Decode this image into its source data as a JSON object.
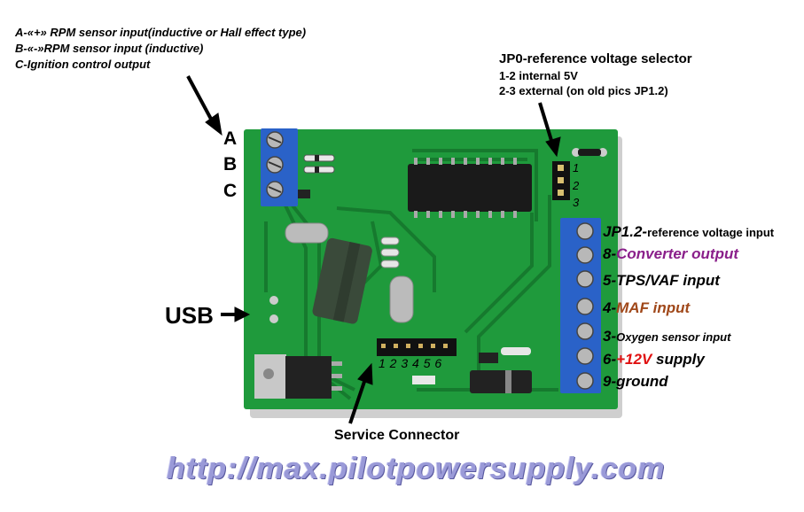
{
  "legend": {
    "line_a": "A-«+» RPM sensor input(inductive or Hall effect type)",
    "line_b": "B-«-»RPM sensor input (inductive)",
    "line_c": "C-Ignition control output"
  },
  "terminal_letters": [
    "A",
    "B",
    "C"
  ],
  "jp0": {
    "title": "JP0-reference voltage selector",
    "line1": "1-2 internal 5V",
    "line2": "2-3 external (on old pics JP1.2)",
    "pins": [
      "1",
      "2",
      "3"
    ]
  },
  "right_terminals": {
    "jp12_prefix": "JP1.2-",
    "jp12_desc": "reference voltage input",
    "t8_num": "8-",
    "t8_text": "Converter output",
    "t5": "5-TPS/VAF input",
    "t4_num": "4-",
    "t4_text": "MAF input",
    "t3_num": "3-",
    "t3_text": "Oxygen sensor input",
    "t6_num": "6-",
    "t6_highlight": "+12V",
    "t6_text": " supply",
    "t9": "9-ground"
  },
  "usb_label": "USB",
  "service_connector": {
    "label": "Service Connector",
    "pins": "1 2 3 4 5 6"
  },
  "url": "http://max.pilotpowersupply.com",
  "colors": {
    "pcb_green": "#1f9a3c",
    "terminal_blue": "#2a62c8",
    "converter_purple": "#8a1f8a",
    "maf_brown": "#a0481a",
    "supply_red": "#e01010",
    "url_lavender": "#9a9ad8"
  }
}
